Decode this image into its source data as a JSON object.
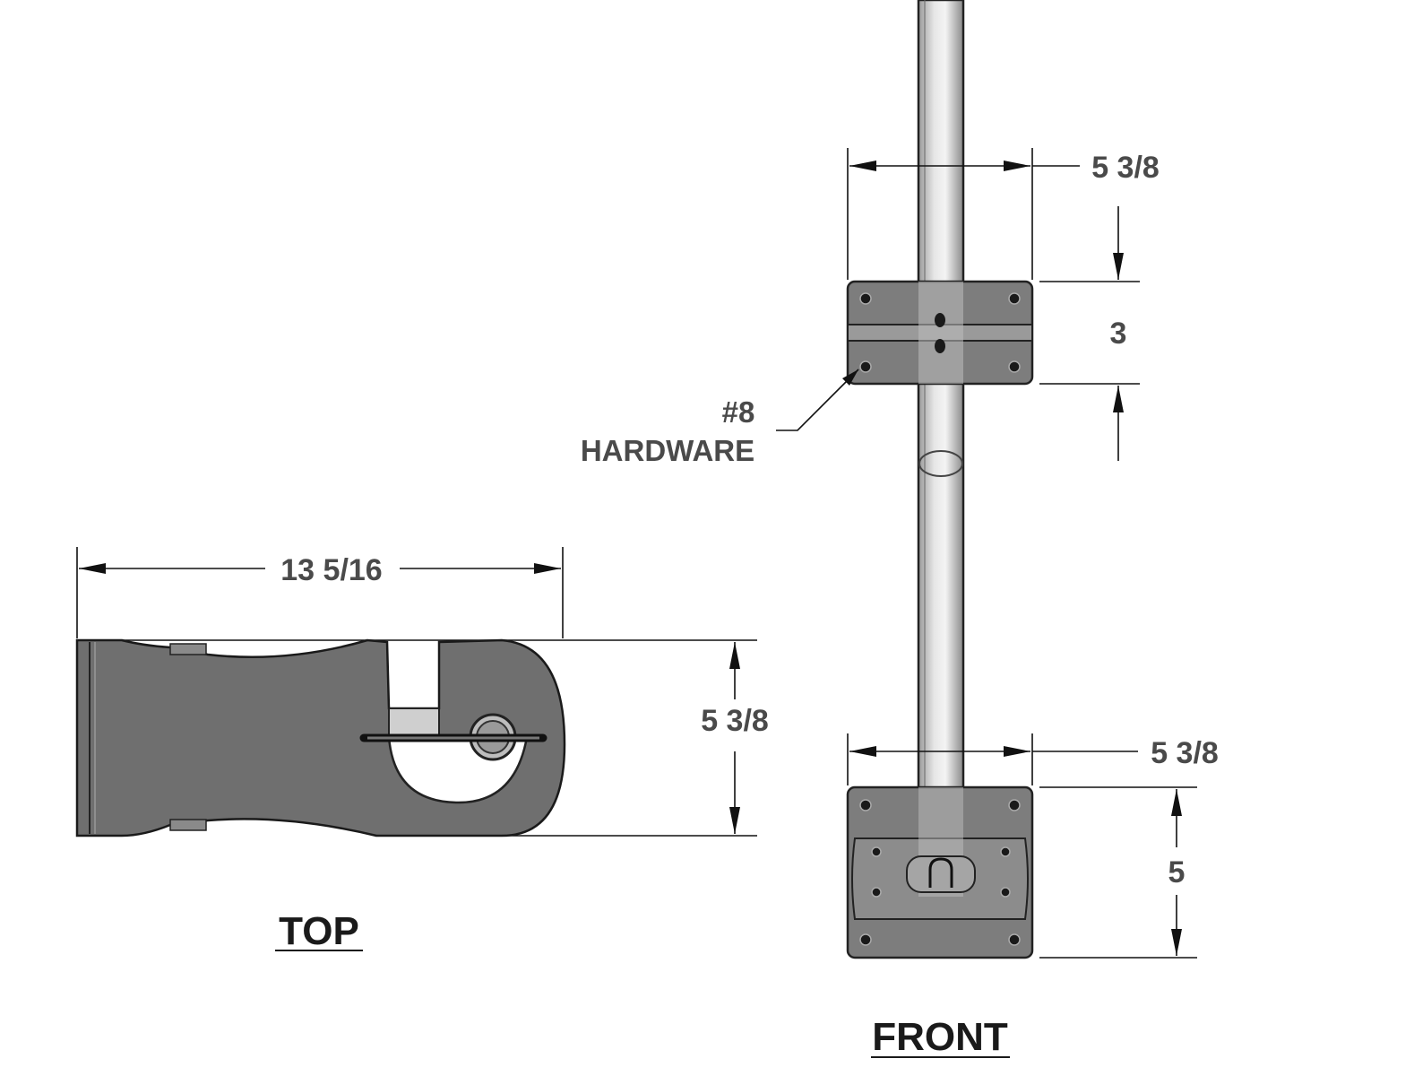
{
  "views": {
    "top": {
      "label": "TOP",
      "dims": {
        "length": "13 5/16",
        "depth": "5 3/8"
      }
    },
    "front": {
      "label": "FRONT",
      "dims": {
        "upper_width": "5 3/8",
        "upper_height": "3",
        "lower_width": "5 3/8",
        "lower_height": "5"
      },
      "callout": {
        "line1": "#8",
        "line2": "HARDWARE"
      }
    }
  },
  "colors": {
    "part_fill": "#7d7d7d",
    "line": "#111111",
    "text": "#4a4a4a"
  }
}
